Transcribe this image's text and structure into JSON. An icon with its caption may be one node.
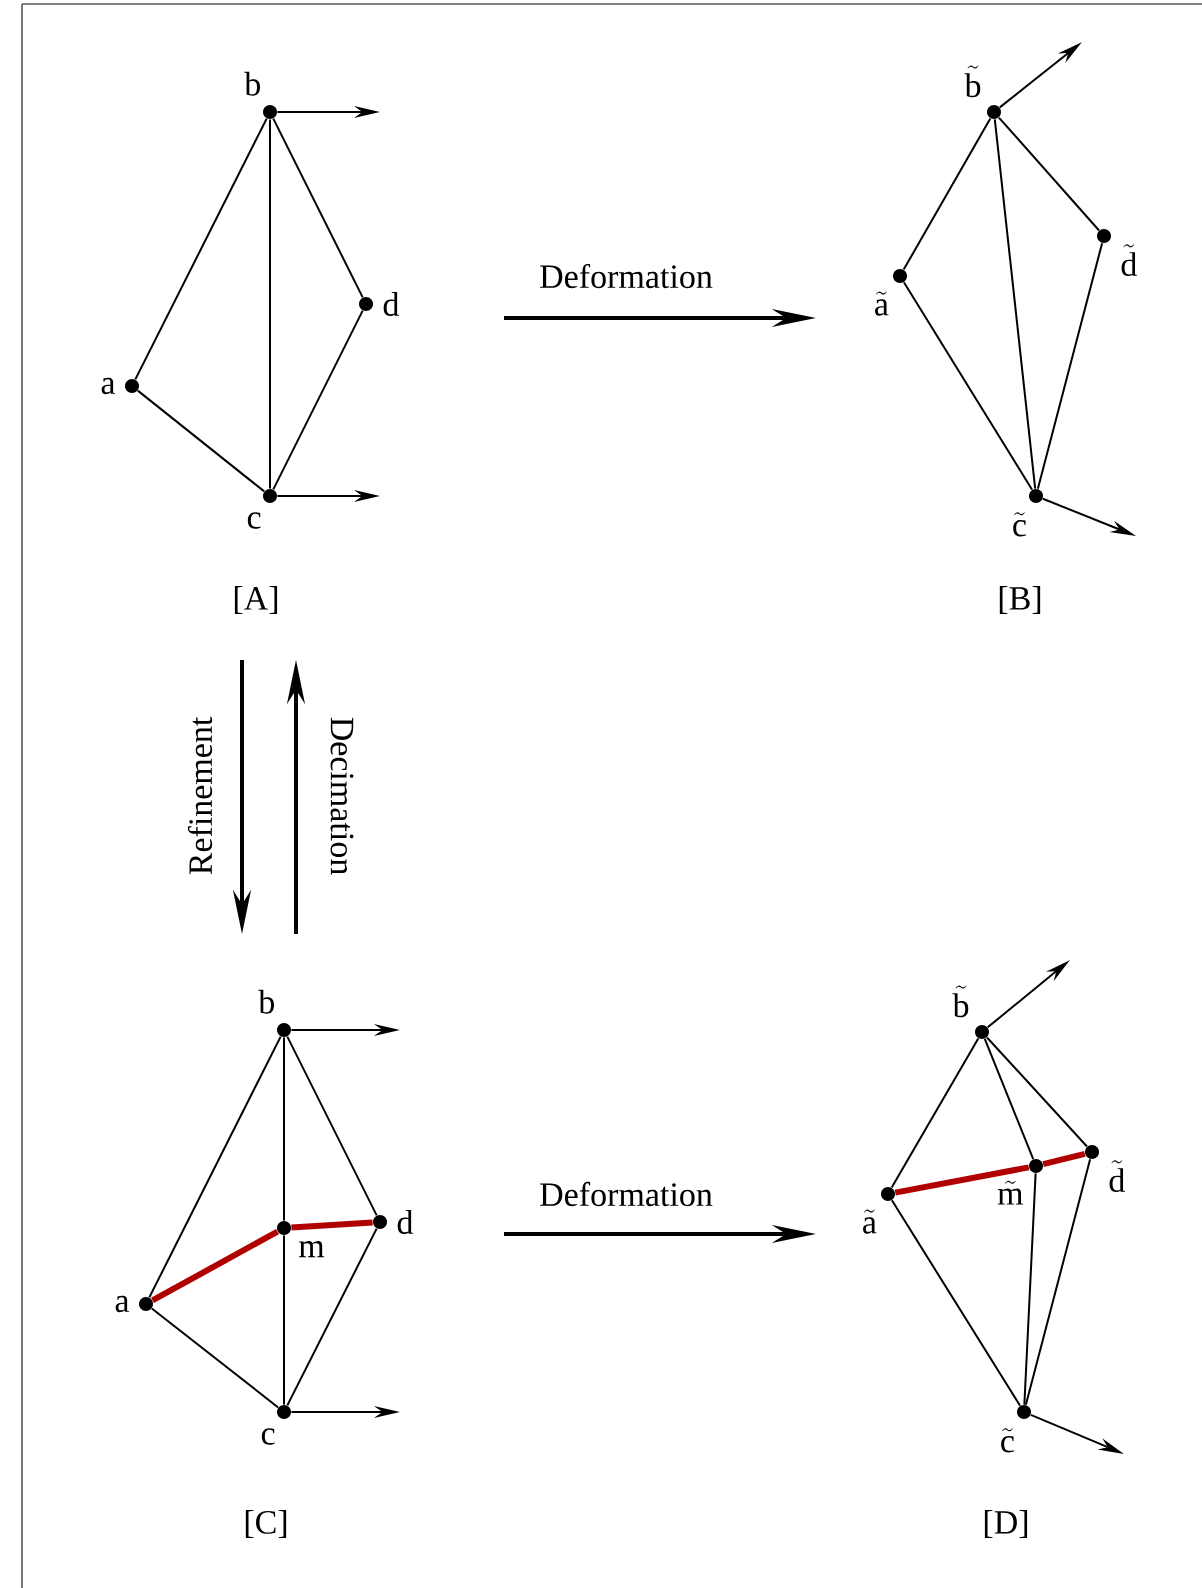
{
  "diagram": {
    "nodes": [
      {
        "text": [
          "\\mathrm{a}"
        ]
      },
      {
        "text": [
          "\\mathrm{b}"
        ]
      },
      {
        "text": [
          "\\mathrm{c}"
        ]
      },
      {
        "text": [
          "\\mathrm{d}"
        ]
      },
      {
        "text": [
          "\\tilde{\\mathrm{a}}"
        ]
      },
      {
        "text": [
          "\\tilde{\\mathrm{b}}"
        ]
      },
      {
        "text": [
          "\\tilde{\\mathrm{c}}"
        ]
      },
      {
        "text": [
          "\\tilde{\\mathrm{d}}"
        ]
      },
      {
        "text": [
          "\\mathrm{a}"
        ]
      },
      {
        "text": [
          "\\mathrm{b}"
        ]
      },
      {
        "text": [
          "\\mathrm{c}"
        ]
      },
      {
        "text": [
          "\\mathrm{d}"
        ]
      },
      {
        "text": [
          "\\mathrm{m}"
        ]
      },
      {
        "text": [
          "\\tilde{\\mathrm{a}}"
        ]
      },
      {
        "text": [
          "\\tilde{\\mathrm{b}}"
        ]
      },
      {
        "text": [
          "\\tilde{\\mathrm{c}}"
        ]
      },
      {
        "text": [
          "\\tilde{\\mathrm{d}}"
        ]
      },
      {
        "text": [
          "\\tilde{\\mathrm{m}}"
        ]
      }
    ],
    "edges": [
      {
        "from": 0,
        "to": 1,
        "arrow": "none"
      },
      {
        "from": 1,
        "to": 2,
        "arrow": "none"
      },
      {
        "from": 1,
        "to": 3,
        "arrow": "none"
      },
      {
        "from": 0,
        "to": 2,
        "arrow": "none"
      },
      {
        "from": 2,
        "to": 3,
        "arrow": "none"
      },
      {
        "from": 1,
        "to": null,
        "arrow": "to"
      },
      {
        "from": 2,
        "to": null,
        "arrow": "to"
      },
      {
        "from": 4,
        "to": 5,
        "arrow": "none"
      },
      {
        "from": 5,
        "to": 6,
        "arrow": "none"
      },
      {
        "from": 5,
        "to": 7,
        "arrow": "none"
      },
      {
        "from": 4,
        "to": 6,
        "arrow": "none"
      },
      {
        "from": 6,
        "to": 7,
        "arrow": "none"
      },
      {
        "from": 5,
        "to": null,
        "arrow": "to"
      },
      {
        "from": 6,
        "to": null,
        "arrow": "to"
      },
      {
        "from": 8,
        "to": 9,
        "arrow": "none"
      },
      {
        "from": 8,
        "to": 10,
        "arrow": "none"
      },
      {
        "from": 9,
        "to": 11,
        "arrow": "none"
      },
      {
        "from": 11,
        "to": 10,
        "arrow": "none"
      },
      {
        "from": 9,
        "to": 12,
        "arrow": "none"
      },
      {
        "from": 12,
        "to": 10,
        "arrow": "none"
      },
      {
        "from": 8,
        "to": 12,
        "arrow": "none",
        "style": "thick",
        "color": "#b00000"
      },
      {
        "from": 12,
        "to": 11,
        "arrow": "none",
        "style": "thick",
        "color": "#b00000"
      },
      {
        "from": 9,
        "to": null,
        "arrow": "to"
      },
      {
        "from": 10,
        "to": null,
        "arrow": "to"
      },
      {
        "from": 13,
        "to": 14,
        "arrow": "none"
      },
      {
        "from": 13,
        "to": 15,
        "arrow": "none"
      },
      {
        "from": 14,
        "to": 16,
        "arrow": "none"
      },
      {
        "from": 16,
        "to": 15,
        "arrow": "none"
      },
      {
        "from": 14,
        "to": 17,
        "arrow": "none"
      },
      {
        "from": 17,
        "to": 15,
        "arrow": "none"
      },
      {
        "from": 13,
        "to": 17,
        "arrow": "none",
        "style": "thick",
        "color": "#b00000"
      },
      {
        "from": 17,
        "to": 16,
        "arrow": "none",
        "style": "thick",
        "color": "#b00000"
      },
      {
        "from": 14,
        "to": null,
        "arrow": "to"
      },
      {
        "from": 15,
        "to": null,
        "arrow": "to"
      }
    ],
    "labels": [
      "Deformation",
      "[A]",
      "[B]",
      "Refinement",
      "Decimation",
      "Deformation",
      "[C]",
      "[D]"
    ]
  }
}
